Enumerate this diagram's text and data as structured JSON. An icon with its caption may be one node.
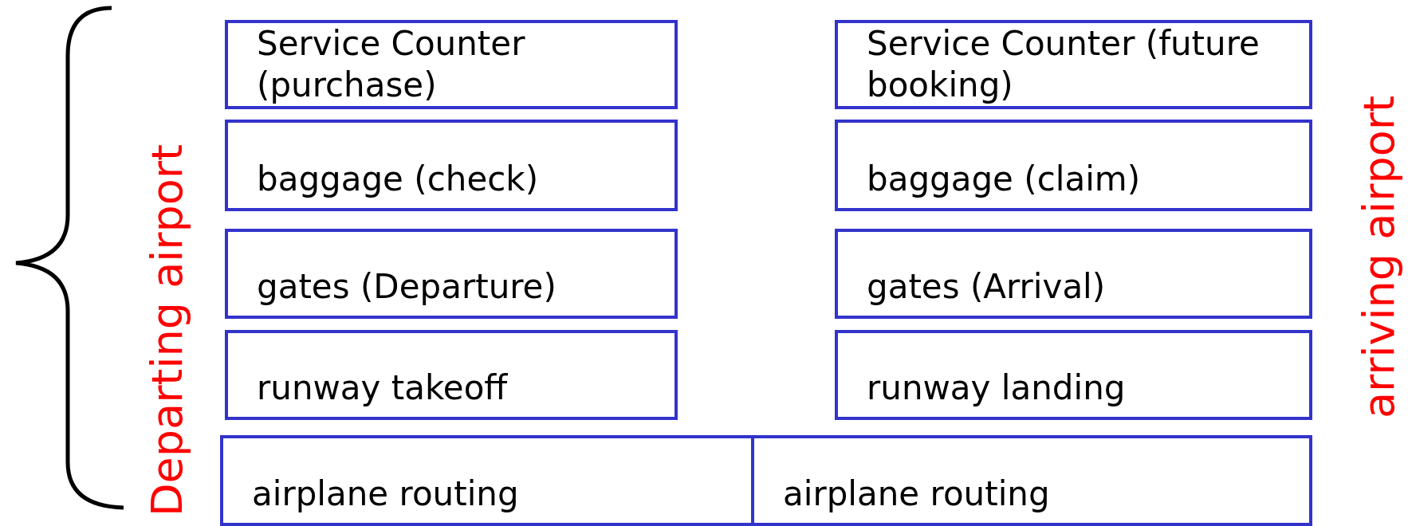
{
  "diagram": {
    "nodes": [
      {
        "text": [
          "Service Counter (purchase)"
        ]
      },
      {
        "text": [
          "Service Counter (future booking)"
        ]
      },
      {
        "text": [
          "baggage (check)"
        ]
      },
      {
        "text": [
          "baggage (claim)"
        ]
      },
      {
        "text": [
          "gates (Departure)"
        ]
      },
      {
        "text": [
          "gates (Arrival)"
        ]
      },
      {
        "text": [
          "runway takeoff"
        ]
      },
      {
        "text": [
          "runway landing"
        ]
      },
      {
        "text": [
          "airplane routing"
        ]
      },
      {
        "text": [
          "airplane routing"
        ]
      }
    ],
    "edges": [],
    "labels": [
      "Departing airport",
      "arriving airport"
    ]
  }
}
